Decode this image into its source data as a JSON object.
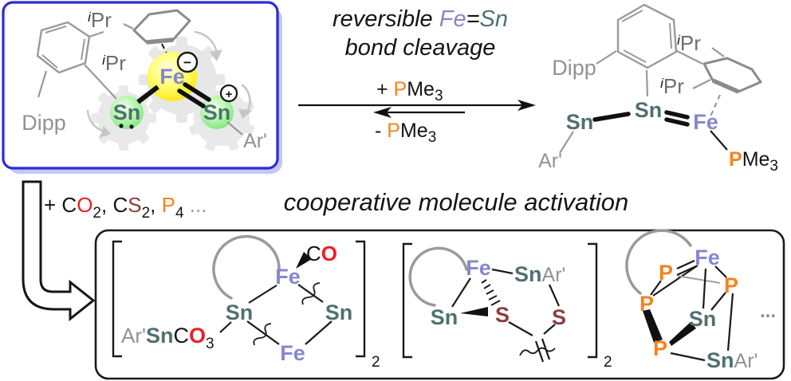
{
  "palette": {
    "fe_purple": "#8787ce",
    "sn_teal": "#4e7170",
    "p_orange": "#f6821f",
    "o_red": "#ec1f26",
    "s_maroon": "#8d3d3d",
    "gray_label": "#929292",
    "blue_box_border": "#2b2bd8",
    "blue_box_shadow": "#c4c6f4",
    "highlight_yellow": "#ffe70a",
    "highlight_green": "#77e377"
  },
  "reactant": {
    "dipp": "Dipp",
    "ipr1_sup": "i",
    "ipr1": "Pr",
    "ipr2_sup": "i",
    "ipr2": "Pr",
    "sn_left": "Sn",
    "fe": "Fe",
    "sn_right": "Sn",
    "ar": "Ar'",
    "charge_minus": "−",
    "charge_plus": "+"
  },
  "equilibrium": {
    "title_pre": "reversible ",
    "title_fe": "Fe",
    "title_eq": "=",
    "title_sn": "Sn",
    "title_line2": "bond cleavage",
    "fwd_pre": "+ ",
    "fwd_p": "P",
    "fwd_me": "Me",
    "fwd_sub": "3",
    "rev_pre": "- ",
    "rev_p": "P",
    "rev_me": "Me",
    "rev_sub": "3"
  },
  "product": {
    "dipp": "Dipp",
    "ipr1_sup": "i",
    "ipr1": "Pr",
    "ipr2_sup": "i",
    "ipr2": "Pr",
    "ar": "Ar'",
    "sn_left": "Sn",
    "sn_center": "Sn",
    "fe": "Fe",
    "p": "P",
    "me": "Me",
    "sub": "3"
  },
  "reagents": {
    "part1": "+ C",
    "o": "O",
    "sub_a": "2",
    "part2": ", C",
    "s": "S",
    "sub_b": "2",
    "part3": ", ",
    "p": "P",
    "sub_c": "4",
    "dots": " ..."
  },
  "activation_title": "cooperative molecule activation",
  "adduct_carbonate": {
    "ar": "Ar'",
    "sn": "Sn",
    "c": "C",
    "o": "O",
    "sub": "3",
    "sn_center": "Sn",
    "fe_top": "Fe",
    "co_c": "C",
    "co_o": "O",
    "sn_right": "Sn",
    "fe_bottom": "Fe",
    "dimer": "2"
  },
  "adduct_cs2": {
    "fe": "Fe",
    "snar_sn": "Sn",
    "snar_ar": "Ar'",
    "sn": "Sn",
    "s_center": "S",
    "s_right": "S",
    "dimer": "2"
  },
  "adduct_p4": {
    "fe": "Fe",
    "p_a": "P",
    "p_b": "P",
    "p_c": "P",
    "p_d": "P",
    "sn": "Sn",
    "snar_sn": "Sn",
    "snar_ar": "Ar'",
    "dots": "..."
  }
}
